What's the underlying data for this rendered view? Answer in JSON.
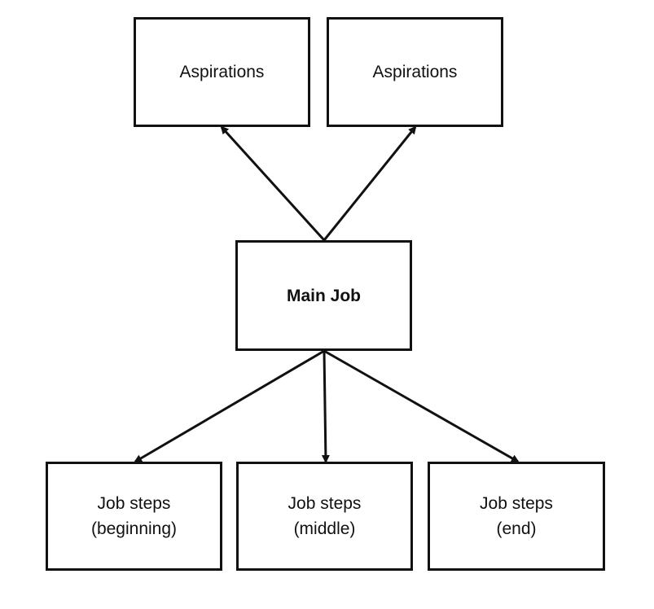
{
  "diagram": {
    "line_color": "#111111",
    "box_border_color": "#111111",
    "background_color": "#ffffff",
    "nodes": {
      "aspirations_left": {
        "label": "Aspirations"
      },
      "aspirations_right": {
        "label": "Aspirations"
      },
      "main_job": {
        "label": "Main Job"
      },
      "steps_beginning": {
        "label": "Job steps\n(beginning)"
      },
      "steps_middle": {
        "label": "Job steps\n(middle)"
      },
      "steps_end": {
        "label": "Job steps\n(end)"
      }
    },
    "edges": [
      {
        "from": "main_job",
        "to": "aspirations_left"
      },
      {
        "from": "main_job",
        "to": "aspirations_right"
      },
      {
        "from": "main_job",
        "to": "steps_beginning"
      },
      {
        "from": "main_job",
        "to": "steps_middle"
      },
      {
        "from": "main_job",
        "to": "steps_end"
      }
    ]
  }
}
